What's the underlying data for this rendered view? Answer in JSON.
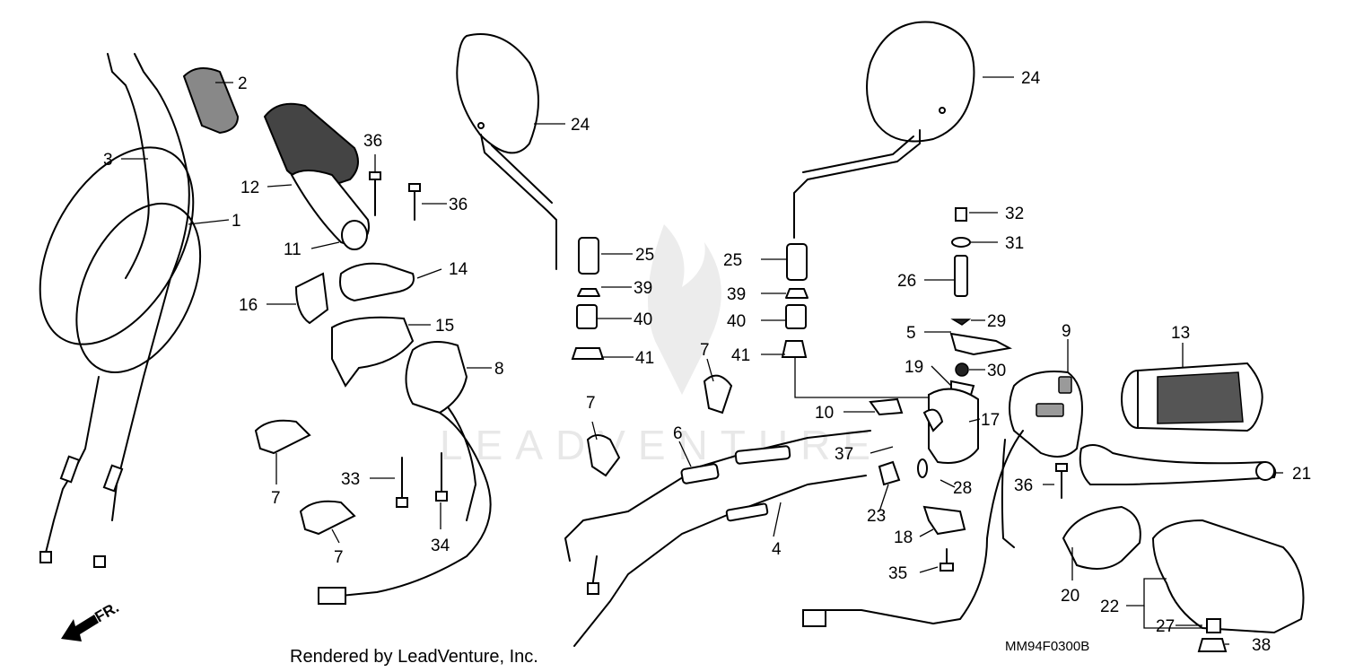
{
  "callouts": [
    {
      "id": "c1",
      "text": "1"
    },
    {
      "id": "c2",
      "text": "2"
    },
    {
      "id": "c3",
      "text": "3"
    },
    {
      "id": "c4",
      "text": "4"
    },
    {
      "id": "c5",
      "text": "5"
    },
    {
      "id": "c6",
      "text": "6"
    },
    {
      "id": "c7a",
      "text": "7"
    },
    {
      "id": "c7b",
      "text": "7"
    },
    {
      "id": "c7c",
      "text": "7"
    },
    {
      "id": "c7d",
      "text": "7"
    },
    {
      "id": "c8",
      "text": "8"
    },
    {
      "id": "c9",
      "text": "9"
    },
    {
      "id": "c10",
      "text": "10"
    },
    {
      "id": "c11",
      "text": "11"
    },
    {
      "id": "c12",
      "text": "12"
    },
    {
      "id": "c13",
      "text": "13"
    },
    {
      "id": "c14",
      "text": "14"
    },
    {
      "id": "c15",
      "text": "15"
    },
    {
      "id": "c16",
      "text": "16"
    },
    {
      "id": "c17",
      "text": "17"
    },
    {
      "id": "c18",
      "text": "18"
    },
    {
      "id": "c19",
      "text": "19"
    },
    {
      "id": "c20",
      "text": "20"
    },
    {
      "id": "c21",
      "text": "21"
    },
    {
      "id": "c22",
      "text": "22"
    },
    {
      "id": "c23",
      "text": "23"
    },
    {
      "id": "c24a",
      "text": "24"
    },
    {
      "id": "c24b",
      "text": "24"
    },
    {
      "id": "c25a",
      "text": "25"
    },
    {
      "id": "c25b",
      "text": "25"
    },
    {
      "id": "c26",
      "text": "26"
    },
    {
      "id": "c27",
      "text": "27"
    },
    {
      "id": "c28",
      "text": "28"
    },
    {
      "id": "c29",
      "text": "29"
    },
    {
      "id": "c30",
      "text": "30"
    },
    {
      "id": "c31",
      "text": "31"
    },
    {
      "id": "c32",
      "text": "32"
    },
    {
      "id": "c33",
      "text": "33"
    },
    {
      "id": "c34",
      "text": "34"
    },
    {
      "id": "c35",
      "text": "35"
    },
    {
      "id": "c36a",
      "text": "36"
    },
    {
      "id": "c36b",
      "text": "36"
    },
    {
      "id": "c36c",
      "text": "36"
    },
    {
      "id": "c37",
      "text": "37"
    },
    {
      "id": "c38",
      "text": "38"
    },
    {
      "id": "c39a",
      "text": "39"
    },
    {
      "id": "c39b",
      "text": "39"
    },
    {
      "id": "c40a",
      "text": "40"
    },
    {
      "id": "c40b",
      "text": "40"
    },
    {
      "id": "c41a",
      "text": "41"
    },
    {
      "id": "c41b",
      "text": "41"
    }
  ],
  "direction_label": "FR.",
  "credit": "Rendered by LeadVenture, Inc.",
  "diagram_code": "MM94F0300B",
  "watermark": "LEADVENTURE"
}
